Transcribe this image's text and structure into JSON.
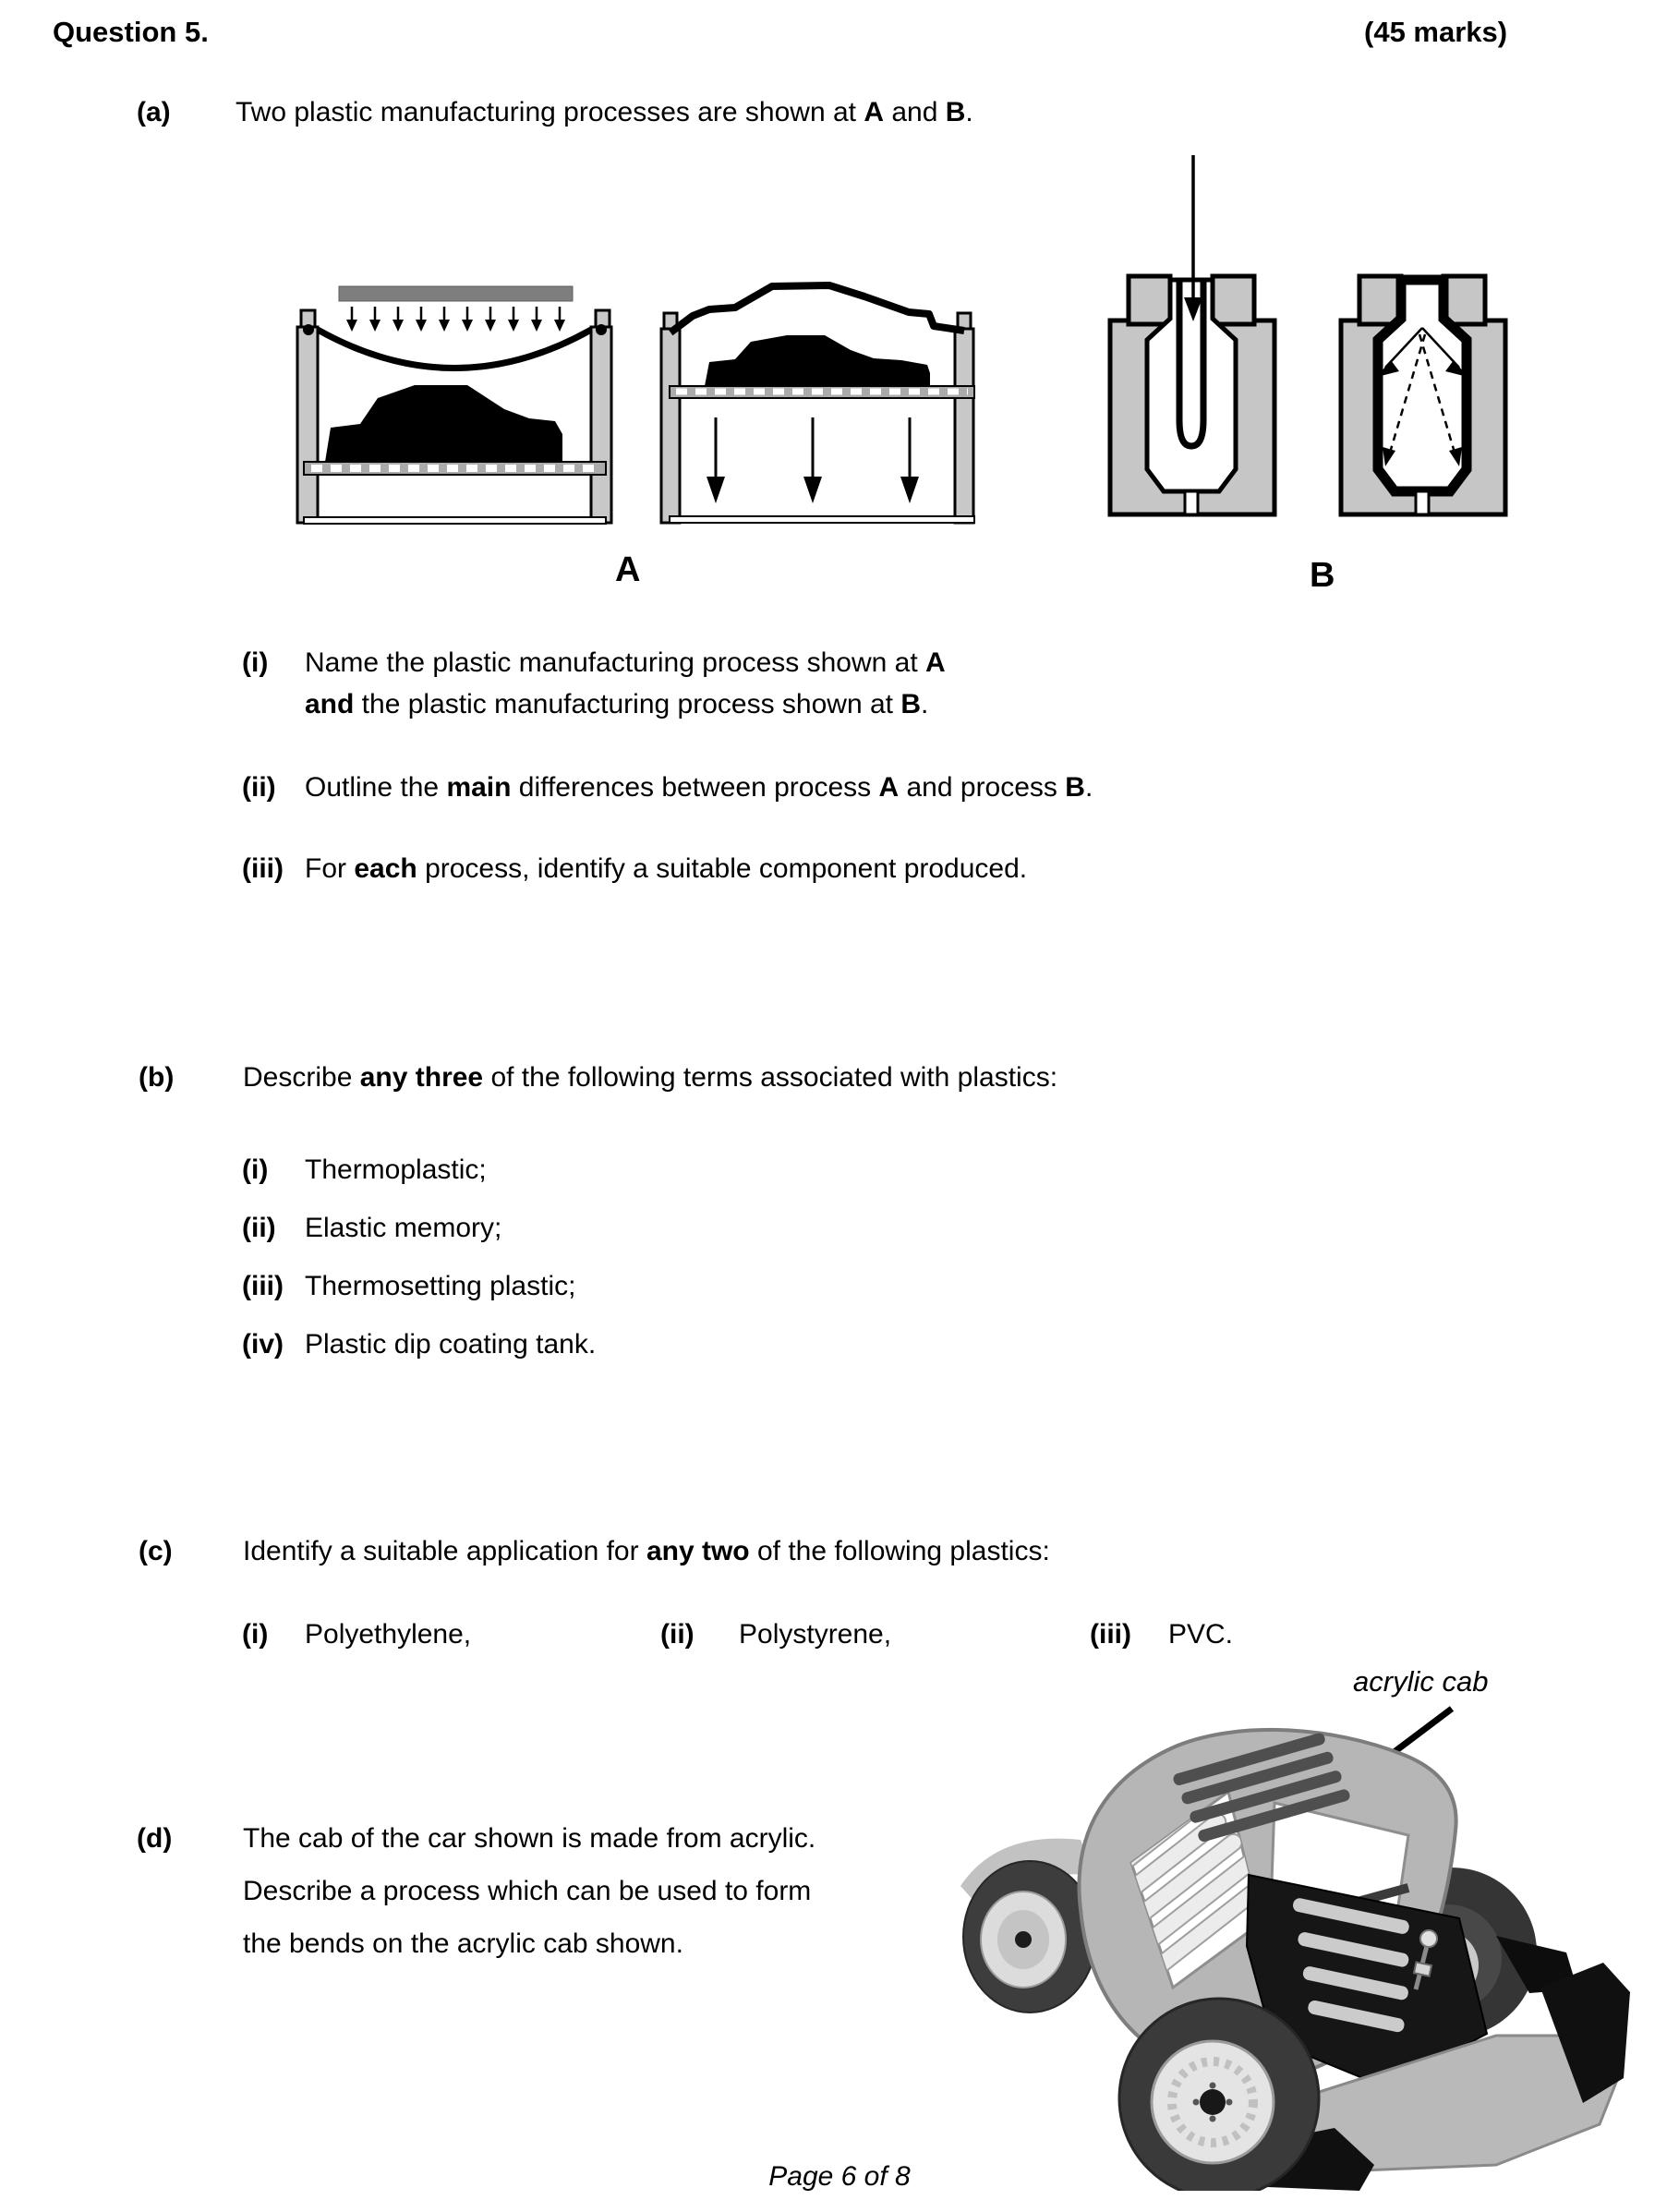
{
  "header": {
    "title": "Question 5.",
    "marks": "(45 marks)"
  },
  "footer": {
    "page_label": "Page 6 of 8"
  },
  "figure": {
    "label_a": "A",
    "label_b": "B",
    "diagram_names": [
      "vacuum-forming-heating-stage",
      "vacuum-forming-suction-stage",
      "blow-moulding-parison-stage",
      "blow-moulding-blown-stage"
    ]
  },
  "colors": {
    "mold_gray": "#c6c6c6",
    "heater_gray": "#7e7e7e",
    "post_gray": "#c8c8c8",
    "table_gray": "#ababab",
    "black": "#000000"
  },
  "section_a": {
    "label": "(a)",
    "intro": {
      "t1": "Two plastic manufacturing processes are shown at ",
      "b1": "A",
      "t2": " and ",
      "b2": "B",
      "t3": "."
    },
    "items": {
      "i": {
        "label": "(i)",
        "line1": {
          "t1": "Name the plastic manufacturing process shown at ",
          "b1": "A"
        },
        "line2": {
          "b1": "and",
          "t1": " the plastic manufacturing process shown at ",
          "b2": "B",
          "t2": "."
        }
      },
      "ii": {
        "label": "(ii)",
        "line": {
          "t1": "Outline the ",
          "b1": "main",
          "t2": " differences between process ",
          "b2": "A",
          "t3": " and process ",
          "b3": "B",
          "t4": "."
        }
      },
      "iii": {
        "label": "(iii)",
        "line": {
          "t1": "For ",
          "b1": "each",
          "t2": " process, identify a suitable component produced."
        }
      }
    }
  },
  "section_b": {
    "label": "(b)",
    "intro": {
      "t1": "Describe ",
      "b1": "any three",
      "t2": " of the following terms associated with plastics:"
    },
    "items": [
      {
        "label": "(i)",
        "text": "Thermoplastic;"
      },
      {
        "label": "(ii)",
        "text": "Elastic memory;"
      },
      {
        "label": "(iii)",
        "text": "Thermosetting plastic;"
      },
      {
        "label": "(iv)",
        "text": "Plastic dip coating tank."
      }
    ]
  },
  "section_c": {
    "label": "(c)",
    "intro": {
      "t1": "Identify a suitable application for ",
      "b1": "any two",
      "t2": " of the following plastics:"
    },
    "items": [
      {
        "label": "(i)",
        "text": "Polyethylene,"
      },
      {
        "label": "(ii)",
        "text": "Polystyrene,"
      },
      {
        "label": "(iii)",
        "text": "PVC."
      }
    ]
  },
  "section_d": {
    "label": "(d)",
    "lines": [
      "The cab of the car shown is made from acrylic.",
      "Describe a process which can be used to form",
      "the bends on the acrylic cab shown."
    ],
    "annotation": "acrylic cab"
  }
}
